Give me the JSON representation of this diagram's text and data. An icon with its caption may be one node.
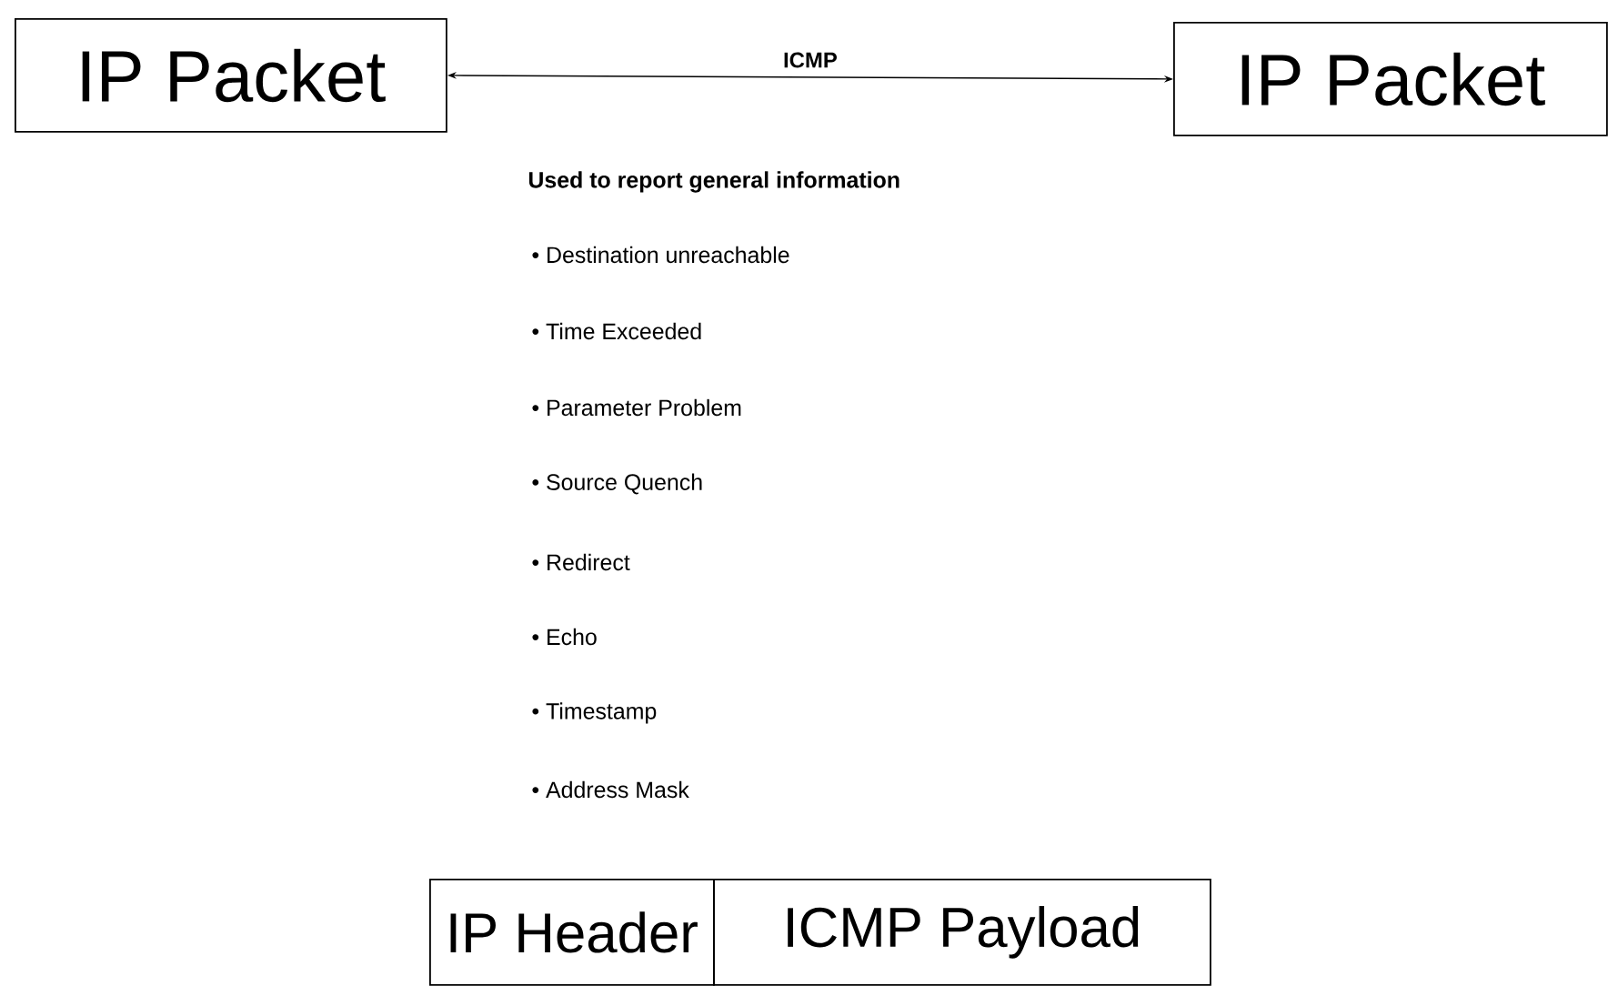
{
  "diagram": {
    "nodes": [
      {
        "text": [
          "IP Packet"
        ]
      },
      {
        "text": [
          "IP Packet"
        ]
      },
      {
        "text": [
          "IP Header"
        ]
      },
      {
        "text": [
          "ICMP Payload"
        ]
      }
    ],
    "edges": [
      {
        "from": 0,
        "to": 1,
        "arrow": "both",
        "label": "ICMP"
      }
    ],
    "labels": [
      "Used to report general information",
      "• Destination unreachable",
      "• Time Exceeded",
      "• Parameter Problem",
      "• Source Quench",
      "• Redirect",
      "• Echo",
      "• Timestamp",
      "• Address Mask"
    ]
  }
}
